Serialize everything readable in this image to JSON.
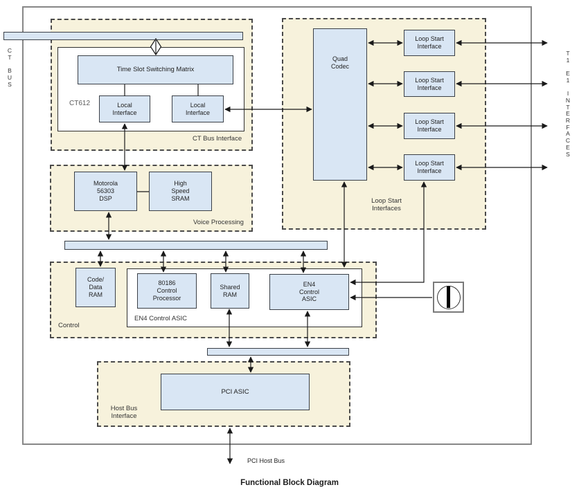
{
  "title": "Functional Block Diagram",
  "side_labels": {
    "ct_bus": "C\nT\n\nB\nU\nS",
    "t1_e1_interfaces": "T\n1\n\nE\n1\n\nI\nN\nT\nE\nR\nF\nA\nC\nE\nS"
  },
  "groups": {
    "ct_bus_interface": "CT Bus Interface",
    "voice_processing": "Voice Processing",
    "loop_start_interfaces": "Loop Start\nInterfaces",
    "control": "Control",
    "host_bus_interface": "Host Bus\nInterface",
    "ct612": "CT612",
    "en4_control_asic_group": "EN4 Control ASIC"
  },
  "blocks": {
    "tssm": "Time Slot Switching Matrix",
    "local_if_left": "Local\nInterface",
    "local_if_right": "Local\nInterface",
    "dsp": "Motorola\n56303\nDSP",
    "sram": "High\nSpeed\nSRAM",
    "quad_codec": "Quad\nCodec",
    "lsi1": "Loop Start\nInterface",
    "lsi2": "Loop Start\nInterface",
    "lsi3": "Loop Start\nInterface",
    "lsi4": "Loop Start\nInterface",
    "code_data_ram": "Code/\nData\nRAM",
    "cpu_80186": "80186\nControl\nProcessor",
    "shared_ram": "Shared\nRAM",
    "en4_asic": "EN4\nControl\nASIC",
    "pci_asic": "PCI ASIC"
  },
  "labels": {
    "pci_host_bus": "PCI Host Bus"
  },
  "icons": {
    "oscillator": "crystal-oscillator-icon"
  },
  "colors": {
    "block_fill": "#d9e6f4",
    "group_fill": "#f7f2dc",
    "line": "#1a1a1a",
    "frame": "#878787"
  }
}
